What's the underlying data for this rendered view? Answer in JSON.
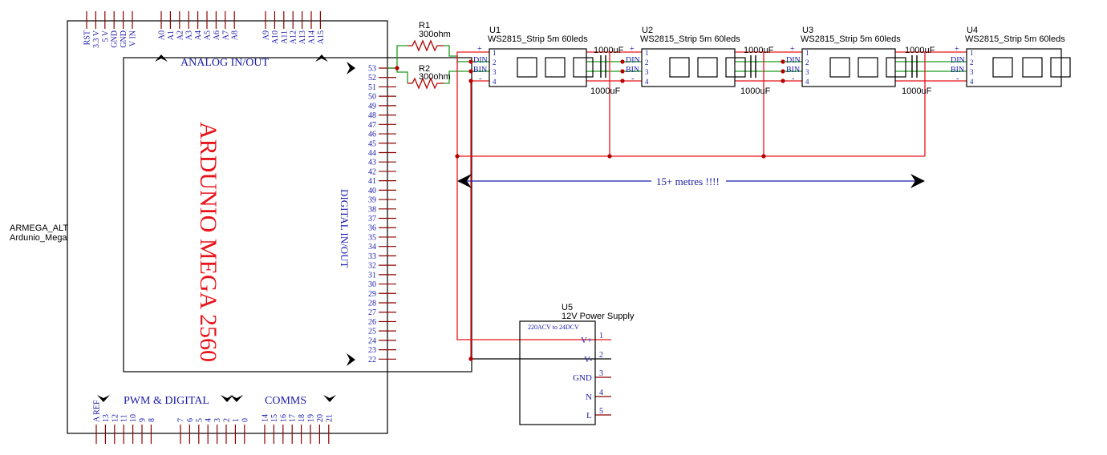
{
  "colors": {
    "power_wire": "#e8141b",
    "data_wire": "#1f9a1f",
    "ground_wire": "#000000",
    "pin_color": "#8b0000",
    "label_blue": "#1a1aa8",
    "dimension_blue": "#1a1aa8"
  },
  "board": {
    "ref": "ARMEGA_ALT",
    "value": "Ardunio_Mega",
    "title": "ARDUNIO MEGA 2560",
    "analog_label": "ANALOG IN/OUT",
    "digital_label": "DIGITAL IN/OUT",
    "pwm_label": "PWM & DIGITAL",
    "comms_label": "COMMS",
    "power_pins": [
      "RST",
      "3.3 V",
      "5 V",
      "GND",
      "GND",
      "V IN"
    ],
    "analog_pins_a": [
      "A0",
      "A1",
      "A2",
      "A3",
      "A4",
      "A5",
      "A6",
      "A7",
      "A8"
    ],
    "analog_pins_b": [
      "A9",
      "A10",
      "A11",
      "A12",
      "A13",
      "A14",
      "A15"
    ],
    "digital_pins": [
      "53",
      "52",
      "51",
      "50",
      "49",
      "48",
      "47",
      "46",
      "45",
      "44",
      "43",
      "42",
      "41",
      "40",
      "39",
      "38",
      "37",
      "36",
      "35",
      "34",
      "33",
      "32",
      "31",
      "30",
      "29",
      "28",
      "27",
      "26",
      "25",
      "24",
      "23",
      "22"
    ],
    "bottom_pins_a": [
      "A REF",
      "13",
      "12",
      "11",
      "10",
      "9",
      "8"
    ],
    "bottom_pins_b": [
      "7",
      "6",
      "5",
      "4",
      "3",
      "2",
      "1",
      "0"
    ],
    "bottom_pins_c": [
      "14",
      "15",
      "16",
      "17",
      "18",
      "19",
      "20",
      "21"
    ]
  },
  "resistors": [
    {
      "ref": "R1",
      "value": "300ohm"
    },
    {
      "ref": "R2",
      "value": "300ohm"
    }
  ],
  "strips": [
    {
      "ref": "U1",
      "value": "WS2815_Strip 5m 60leds"
    },
    {
      "ref": "U2",
      "value": "WS2815_Strip 5m 60leds"
    },
    {
      "ref": "U3",
      "value": "WS2815_Strip 5m 60leds"
    },
    {
      "ref": "U4",
      "value": "WS2815_Strip 5m 60leds"
    }
  ],
  "strip_pins": {
    "pin_numbers": [
      "1",
      "2",
      "3",
      "4"
    ],
    "din": "DIN",
    "bin": "BIN",
    "plus": "+",
    "minus": "-"
  },
  "capacitors": {
    "top": [
      "1000uF",
      "1000uF",
      "1000uF"
    ],
    "bottom": [
      "1000uF",
      "1000uF",
      "1000uF"
    ]
  },
  "dimension_note": "15+ metres !!!!",
  "psu": {
    "ref": "U5",
    "value": "12V Power Supply",
    "note": "220ACV to 24DCV",
    "pins": [
      {
        "num": "1",
        "name": "V+"
      },
      {
        "num": "2",
        "name": "V-"
      },
      {
        "num": "3",
        "name": "GND"
      },
      {
        "num": "4",
        "name": "N"
      },
      {
        "num": "5",
        "name": "L"
      }
    ]
  }
}
